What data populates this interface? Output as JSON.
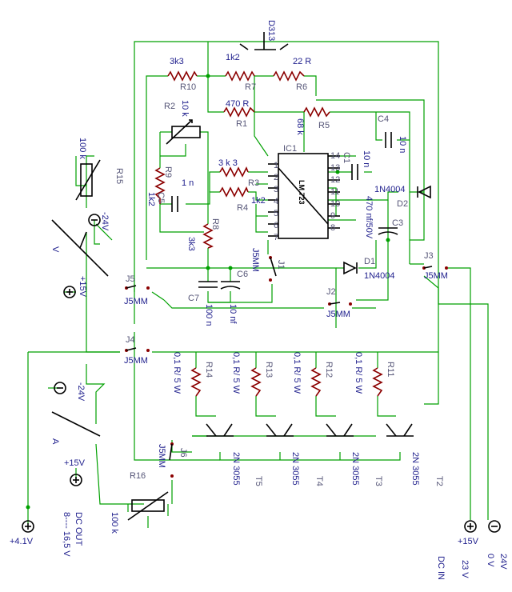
{
  "colors": {
    "wire": "#00a000",
    "component": "#8b0000",
    "label": "#1e1e8c",
    "background": "#ffffff"
  },
  "labels": {
    "d313": "D313",
    "r1_name": "R1",
    "r1_val": "470 R",
    "r2_name": "R2",
    "r2_val": "10 k",
    "r3_name": "R3",
    "r3_val": "3 k 3",
    "r4_name": "R4",
    "r4_val": "1k2",
    "r5_name": "R5",
    "r5_val": "68 k",
    "r6_name": "R6",
    "r6_val": "22 R",
    "r7_name": "R7",
    "r7_val": "1k2",
    "r8_name": "R8",
    "r8_val": "3k3",
    "r9_name": "R9",
    "r9_val": "1k2",
    "r10_name": "R10",
    "r10_val": "3k3",
    "r11_name": "R11",
    "r11_val": "0,1 R/ 5 W",
    "r12_name": "R12",
    "r12_val": "0,1 R/ 5 W",
    "r13_name": "R13",
    "r13_val": "0,1 R/ 5 W",
    "r14_name": "R14",
    "r14_val": "0,1 R/ 5 W",
    "r15_name": "R15",
    "r15_val": "100 k",
    "r16_name": "R16",
    "r16_val": "100 k",
    "c1_name": "C1",
    "c1_val": "10 n",
    "c3_name": "C3",
    "c3_val": "470 nf/50V",
    "c4_name": "C4",
    "c4_val": "10 n",
    "c5_name": "C5",
    "c5_val": "1 n",
    "c6_name": "C6",
    "c6_val": "10 nf",
    "c7_name": "C7",
    "c7_val": "100 n",
    "ic1_name": "IC1",
    "ic1_type": "LM 723",
    "d1_name": "D1",
    "d1_type": "1N4004",
    "d2_name": "D2",
    "d2_type": "1N4004",
    "j1": "J1",
    "j2": "J2",
    "j3": "J3",
    "j4": "J4",
    "j5": "J5",
    "j6": "J6",
    "jumper_type": "J5MM",
    "t2": "T2",
    "t3": "T3",
    "t4": "T4",
    "t5": "T5",
    "transistor_type": "2N 3055",
    "v_meter": "V",
    "a_meter": "A",
    "minus24_a": "-24V",
    "plus15_a": "+15V",
    "minus24_b": "-24V",
    "plus15_b": "+15V",
    "plus41": "+4.1V",
    "dc_out": "DC OUT",
    "dc_out_range": "8---- 16,5 V",
    "plus15_in": "+15V",
    "zero_v": "0 V",
    "dc_in": "DC IN",
    "v23": "23 V",
    "v24": "24V",
    "ic_pins_left": [
      "1",
      "2",
      "3",
      "4",
      "5",
      "6",
      "7"
    ],
    "ic_pins_right": [
      "14",
      "13",
      "12",
      "11",
      "10",
      "9",
      "8"
    ],
    "pin_1": "1",
    "pin_2": "2",
    "pin_3": "3"
  }
}
